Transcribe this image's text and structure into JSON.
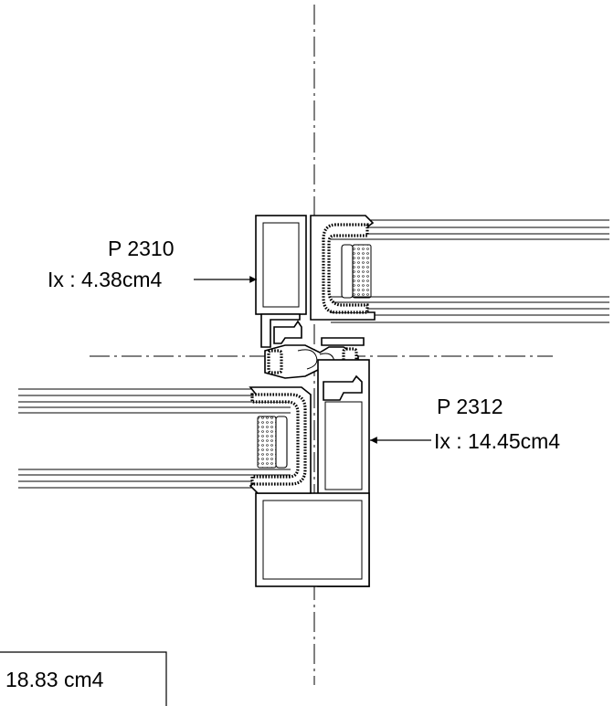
{
  "profiles": [
    {
      "code": "P 2310",
      "ix": "Ix : 4.38cm4"
    },
    {
      "code": "P 2312",
      "ix": "Ix : 14.45cm4"
    }
  ],
  "total": {
    "value": "18.83 cm4"
  }
}
